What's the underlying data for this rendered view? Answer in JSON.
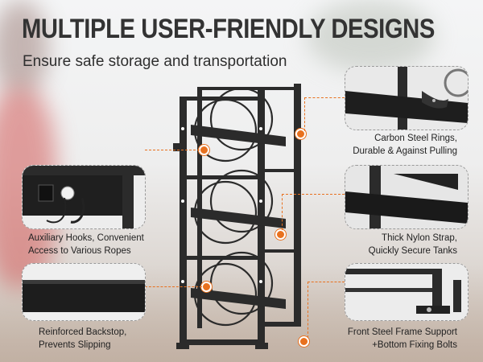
{
  "header": {
    "title": "MULTIPLE USER-FRIENDLY DESIGNS",
    "subtitle": "Ensure safe storage and transportation"
  },
  "callouts": {
    "rings": {
      "line1": "Carbon Steel Rings,",
      "line2": "Durable & Against Pulling"
    },
    "hooks": {
      "line1": "Auxiliary Hooks, Convenient",
      "line2": "Access to Various Ropes"
    },
    "strap": {
      "line1": "Thick Nylon Strap,",
      "line2": "Quickly Secure Tanks"
    },
    "backstop": {
      "line1": "Reinforced Backstop,",
      "line2": "Prevents Slipping"
    },
    "frame": {
      "line1": "Front Steel Frame Support",
      "line2": "+Bottom Fixing Bolts"
    }
  },
  "colors": {
    "accent": "#e8711f",
    "rack": "#2a2a2a",
    "text": "#333333"
  }
}
